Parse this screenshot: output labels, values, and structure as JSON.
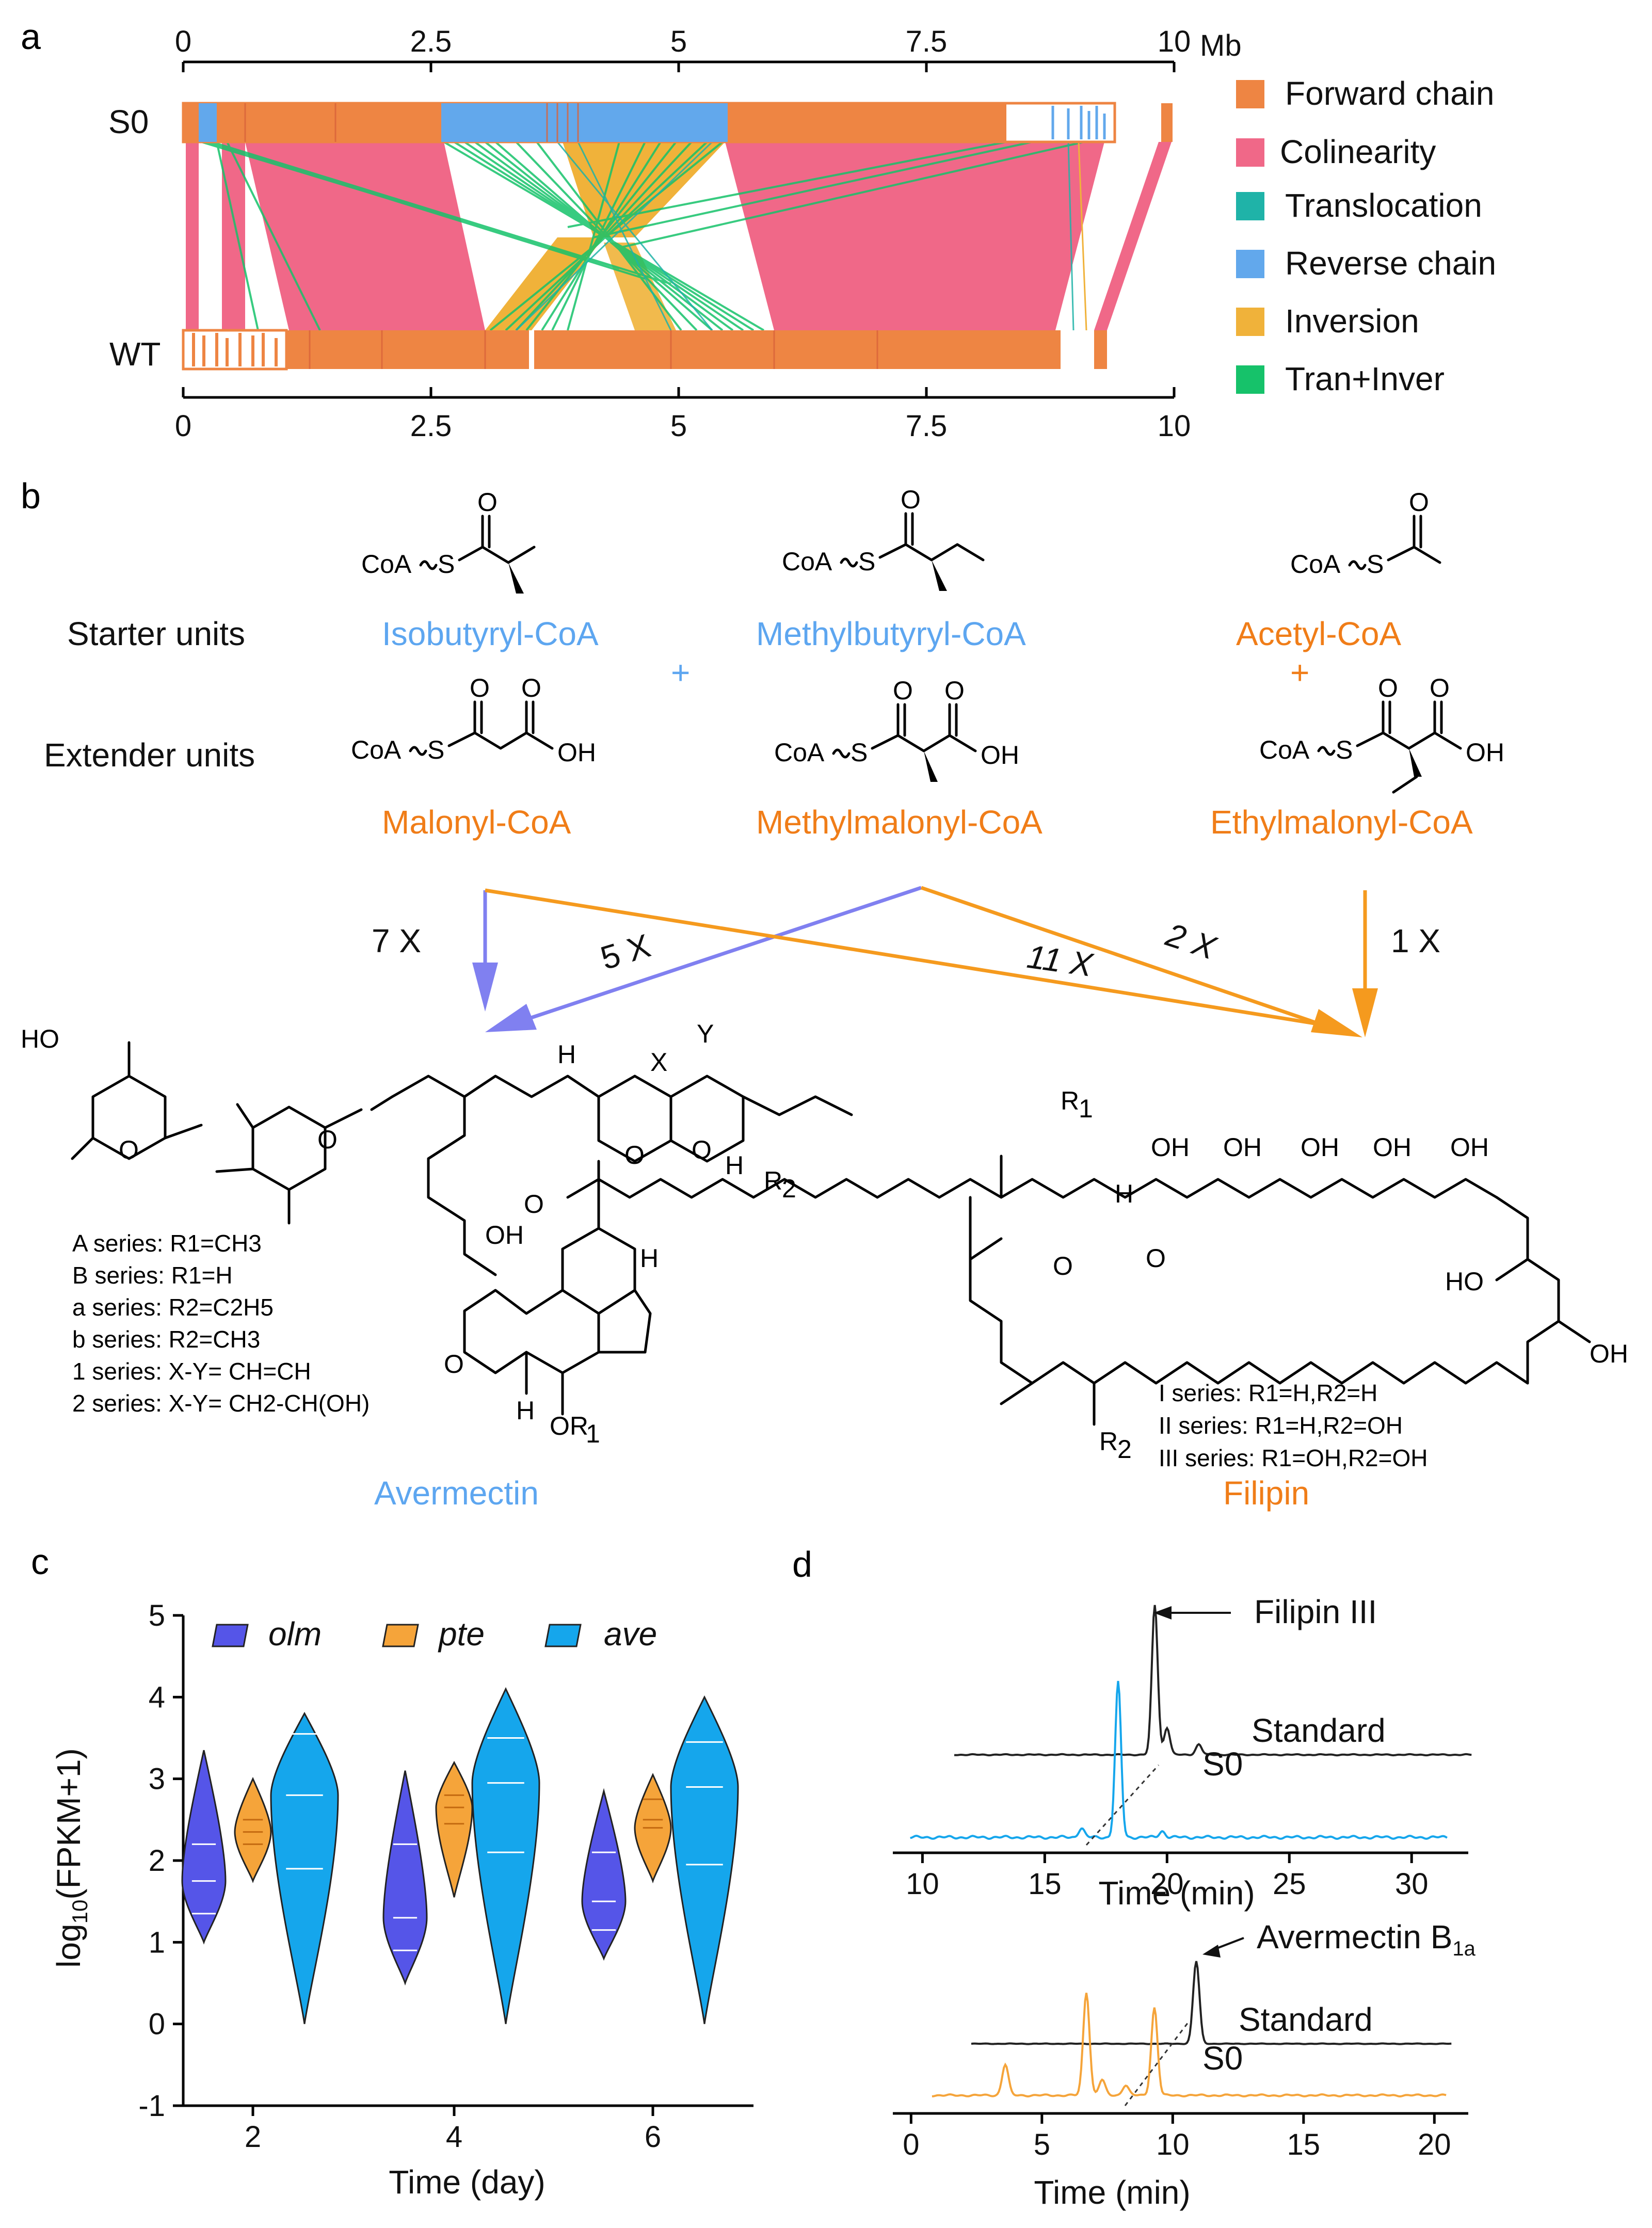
{
  "colors": {
    "forward": "#ee8543",
    "colinearity": "#f06888",
    "translocation": "#1fb3a8",
    "reverse": "#62a8ec",
    "inversion": "#f0b23a",
    "tran_inver": "#16c26a",
    "olm": "#5555e8",
    "pte": "#f5a43a",
    "ave": "#15a6ec",
    "avermectin_text": "#5da6f0",
    "filipin_text": "#f07d18",
    "arrow_blue": "#8080f0",
    "arrow_orange": "#f59a1e"
  },
  "panel_a": {
    "letter": "a",
    "top_ticks": [
      "0",
      "2.5",
      "5",
      "7.5",
      "10"
    ],
    "unit": "Mb",
    "bottom_ticks": [
      "0",
      "2.5",
      "5",
      "7.5",
      "10"
    ],
    "row_labels": [
      "S0",
      "WT"
    ],
    "legend": [
      "Forward chain",
      "Colinearity",
      "Translocation",
      "Reverse chain",
      "Inversion",
      "Tran+Inver"
    ]
  },
  "panel_b": {
    "letter": "b",
    "row_starter": "Starter units",
    "row_extender": "Extender units",
    "starters": [
      "Isobutyryl-CoA",
      "Methylbutyryl-CoA",
      "Acetyl-CoA"
    ],
    "extenders": [
      "Malonyl-CoA",
      "Methylmalonyl-CoA",
      "Ethylmalonyl-CoA"
    ],
    "plus": "+",
    "multipliers": [
      "7 X",
      "5 X",
      "11 X",
      "2 X",
      "1 X"
    ],
    "chem_labels": {
      "coa": "CoA",
      "s": "S",
      "o": "O",
      "oh": "OH",
      "ho": "HO",
      "h": "H",
      "x": "X",
      "y": "Y",
      "r1": "R",
      "r2": "R",
      "or1": "OR",
      "sub1": "1",
      "sub2": "2"
    },
    "avermectin_series": [
      "A series: R1=CH3",
      "B series: R1=H",
      "a series: R2=C2H5",
      "b series: R2=CH3",
      "1 series: X-Y= CH=CH",
      "2 series: X-Y= CH2-CH(OH)"
    ],
    "filipin_series": [
      "I   series: R1=H,R2=H",
      "II  series: R1=H,R2=OH",
      "III series: R1=OH,R2=OH"
    ],
    "compounds": [
      "Avermectin",
      "Filipin"
    ]
  },
  "panel_c": {
    "letter": "c",
    "ylabel_main": "log",
    "ylabel_sub": "10",
    "ylabel_rest": "(FPKM+1)",
    "xlabel": "Time (day)",
    "legend": [
      "olm",
      "pte",
      "ave"
    ]
  },
  "panel_d": {
    "letter": "d",
    "top": {
      "xlabel": "Time (min)",
      "peak_label": "Filipin III",
      "std_label": "Standard",
      "sample_label": "S0"
    },
    "bottom": {
      "xlabel": "Time (min)",
      "peak_label_main": "Avermectin B",
      "peak_label_sub": "1a",
      "std_label": "Standard",
      "sample_label": "S0"
    }
  },
  "chart_data": [
    {
      "type": "violin",
      "panel": "c",
      "categories": [
        "2",
        "4",
        "6"
      ],
      "xlabel": "Time (day)",
      "ylabel": "log10(FPKM+1)",
      "ylim": [
        -1,
        5
      ],
      "yticks": [
        -1,
        0,
        1,
        2,
        3,
        4,
        5
      ],
      "legend_position": "top",
      "series": [
        {
          "name": "olm",
          "ranges": [
            [
              1.0,
              3.35
            ],
            [
              0.5,
              3.1
            ],
            [
              0.8,
              2.85
            ]
          ],
          "medians": [
            1.75,
            1.3,
            1.5
          ],
          "quartiles": [
            [
              1.35,
              2.2
            ],
            [
              0.9,
              2.2
            ],
            [
              1.15,
              2.1
            ]
          ]
        },
        {
          "name": "pte",
          "ranges": [
            [
              1.75,
              3.0
            ],
            [
              1.55,
              3.2
            ],
            [
              1.75,
              3.05
            ]
          ],
          "medians": [
            2.35,
            2.65
          ],
          "quartiles": [
            [
              2.2,
              2.5
            ],
            [
              2.45,
              2.8
            ],
            [
              2.5,
              2.75
            ]
          ]
        },
        {
          "name": "ave",
          "ranges": [
            [
              0.0,
              3.8
            ],
            [
              0.0,
              4.1
            ],
            [
              0.0,
              4.0
            ]
          ],
          "medians": [
            2.8,
            2.95,
            2.9
          ],
          "quartiles": [
            [
              1.9,
              3.55
            ],
            [
              2.1,
              3.5
            ],
            [
              1.95,
              3.45
            ]
          ]
        }
      ]
    },
    {
      "type": "line",
      "panel": "d-top",
      "xlabel": "Time (min)",
      "xlim": [
        9,
        32
      ],
      "xticks": [
        10,
        15,
        20,
        25,
        30
      ],
      "series": [
        {
          "name": "Standard",
          "peaks": [
            [
              19.5,
              1.0
            ],
            [
              20.0,
              0.18
            ],
            [
              21.3,
              0.07
            ]
          ]
        },
        {
          "name": "S0",
          "peaks": [
            [
              18.0,
              1.0
            ],
            [
              16.5,
              0.06
            ],
            [
              19.8,
              0.04
            ]
          ]
        }
      ]
    },
    {
      "type": "line",
      "panel": "d-bottom",
      "xlabel": "Time (min)",
      "xlim": [
        -0.5,
        21
      ],
      "xticks": [
        0,
        5,
        10,
        15,
        20
      ],
      "series": [
        {
          "name": "Standard",
          "peaks": [
            [
              10.9,
              1.0
            ]
          ]
        },
        {
          "name": "S0",
          "peaks": [
            [
              3.6,
              0.3
            ],
            [
              6.7,
              1.0
            ],
            [
              7.3,
              0.15
            ],
            [
              9.3,
              0.85
            ],
            [
              8.2,
              0.1
            ]
          ]
        }
      ]
    }
  ]
}
